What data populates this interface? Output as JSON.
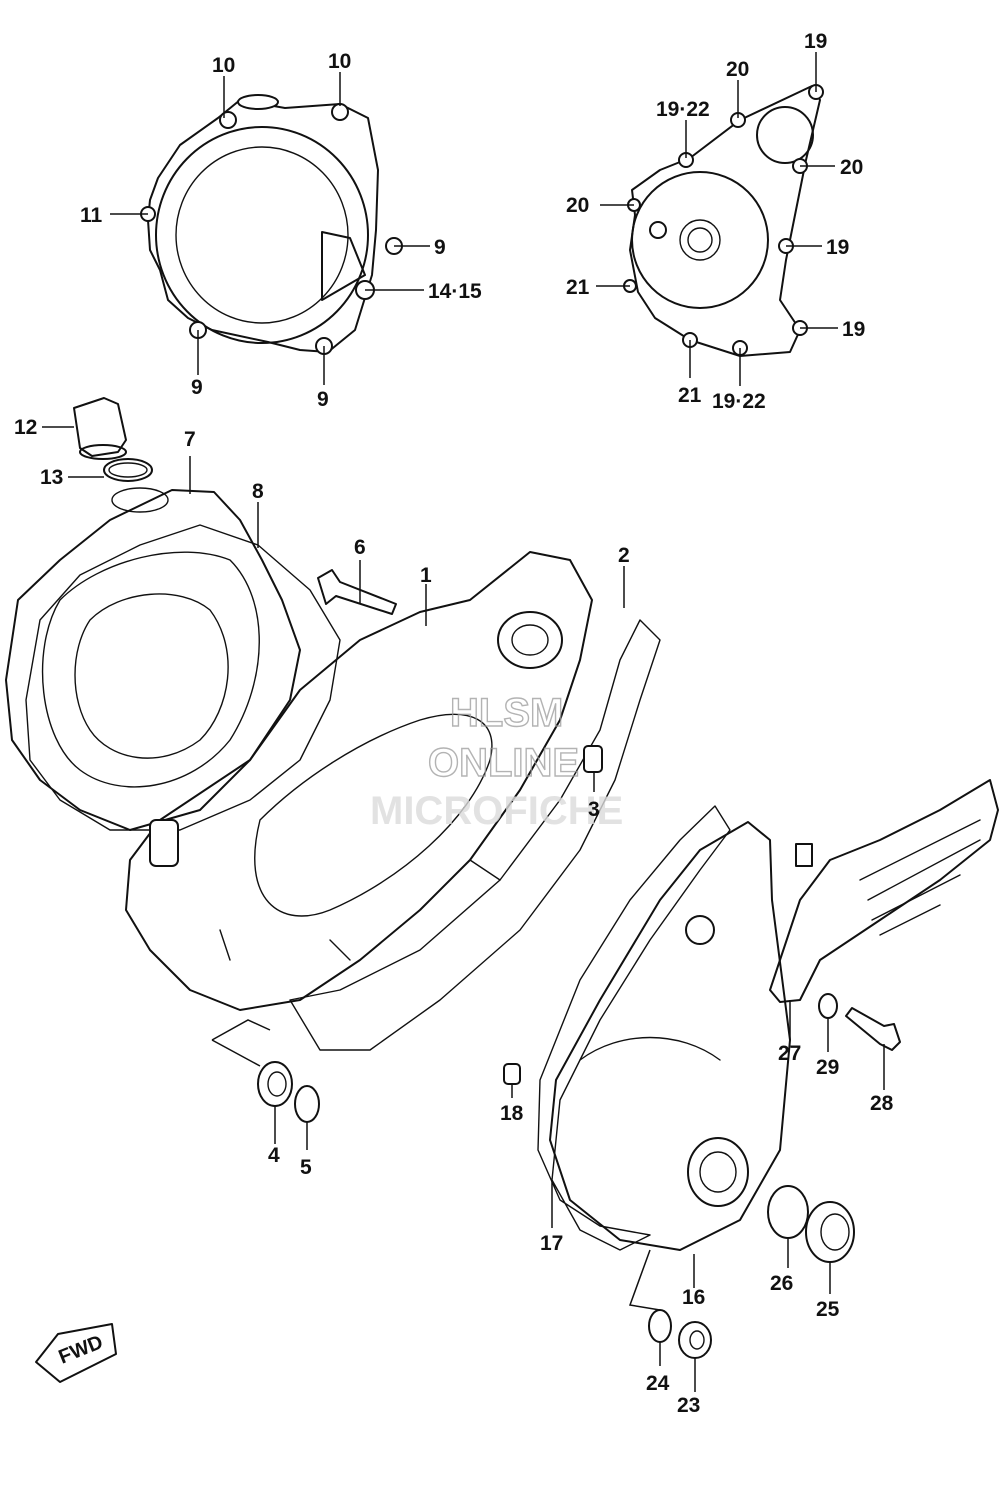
{
  "watermark": {
    "line1": "HLSM",
    "line2": "ONLINE",
    "line3": "MICROFICHE"
  },
  "direction_label": "FWD",
  "callouts": {
    "c1": "1",
    "c2": "2",
    "c3": "3",
    "c4": "4",
    "c5": "5",
    "c6": "6",
    "c7": "7",
    "c8": "8",
    "c9a": "9",
    "c9b": "9",
    "c9c": "9",
    "c10a": "10",
    "c10b": "10",
    "c11": "11",
    "c12": "12",
    "c13": "13",
    "c14_15": "14·15",
    "c16": "16",
    "c17": "17",
    "c18": "18",
    "c19a": "19",
    "c19b": "19",
    "c19c": "19",
    "c19_22a": "19·22",
    "c19_22b": "19·22",
    "c20a": "20",
    "c20b": "20",
    "c20c": "20",
    "c21a": "21",
    "c21b": "21",
    "c23": "23",
    "c24": "24",
    "c25": "25",
    "c26": "26",
    "c27": "27",
    "c28": "28",
    "c29": "29"
  }
}
